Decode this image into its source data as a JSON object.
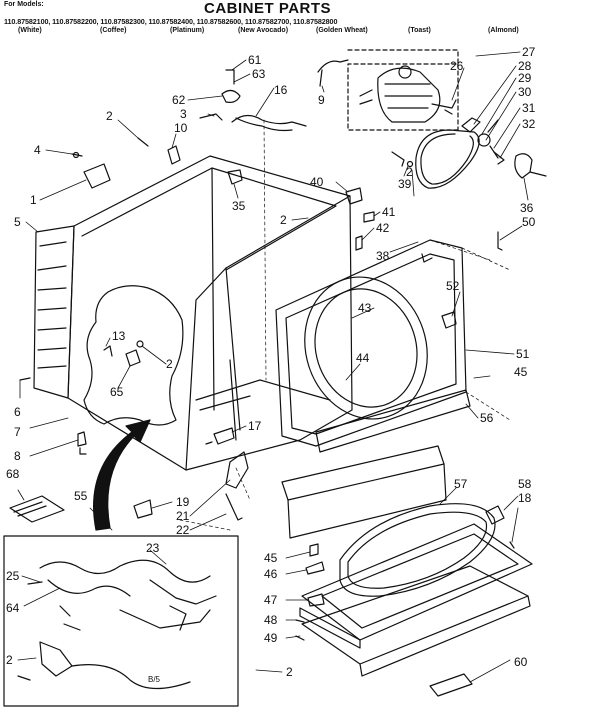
{
  "header": {
    "for_models": "For Models:",
    "title": "CABINET PARTS",
    "models_line": "110.87582100, 110.87582200, 110.87582300, 110.87582400, 110.87582600, 110.87582700, 110.87582800",
    "colors": [
      "(White)",
      "(Coffee)",
      "(Platinum)",
      "(New Avocado)",
      "(Golden Wheat)",
      "(Toast)",
      "(Almond)"
    ]
  },
  "callouts": {
    "c61": "61",
    "c63": "63",
    "c62": "62",
    "c16": "16",
    "c3": "3",
    "c10": "10",
    "c2a": "2",
    "c4": "4",
    "c1": "1",
    "c5": "5",
    "c35": "35",
    "c9": "9",
    "c26": "26",
    "c27": "27",
    "c28": "28",
    "c29": "29",
    "c30": "30",
    "c31": "31",
    "c32": "32",
    "c40": "40",
    "c2b": "2",
    "c41": "41",
    "c42": "42",
    "c38": "38",
    "c39": "39",
    "c2c": "2",
    "c36": "36",
    "c50": "50",
    "c52": "52",
    "c43": "43",
    "c44": "44",
    "c51": "51",
    "c45a": "45",
    "c13": "13",
    "c2d": "2",
    "c65": "65",
    "c6": "6",
    "c7": "7",
    "c8": "8",
    "c17": "17",
    "c56": "56",
    "c68": "68",
    "c55": "55",
    "c19": "19",
    "c21": "21",
    "c22": "22",
    "c57": "57",
    "c58": "58",
    "c18": "18",
    "c23": "23",
    "c25": "25",
    "c64": "64",
    "c45b": "45",
    "c46": "46",
    "c47": "47",
    "c48": "48",
    "c49": "49",
    "c2e": "2",
    "c2f": "2",
    "c60": "60"
  },
  "footer": {
    "page_ref": "B/5"
  }
}
